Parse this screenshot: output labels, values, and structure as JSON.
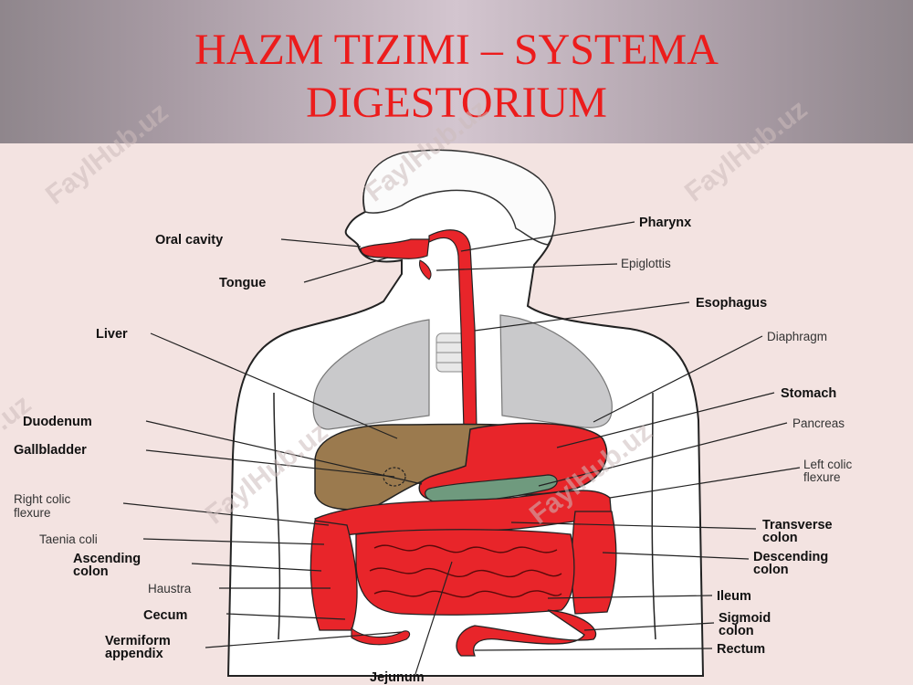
{
  "slide": {
    "title_line1": "HAZM TIZIMI – SYSTEMA",
    "title_line2": "DIGESTORIUM"
  },
  "watermark": "FaylHub.uz",
  "labels": {
    "oral_cavity": "Oral cavity",
    "tongue": "Tongue",
    "liver": "Liver",
    "duodenum": "Duodenum",
    "gallbladder": "Gallbladder",
    "right_colic_1": "Right colic",
    "right_colic_2": "flexure",
    "taenia_coli": "Taenia coli",
    "ascending_1": "Ascending",
    "ascending_2": "colon",
    "haustra": "Haustra",
    "cecum": "Cecum",
    "vermiform_1": "Vermiform",
    "vermiform_2": "appendix",
    "jejunum": "Jejunum",
    "pharynx": "Pharynx",
    "epiglottis": "Epiglottis",
    "esophagus": "Esophagus",
    "diaphragm": "Diaphragm",
    "stomach": "Stomach",
    "pancreas": "Pancreas",
    "left_colic_1": "Left colic",
    "left_colic_2": "flexure",
    "transverse_1": "Transverse",
    "transverse_2": "colon",
    "descending_1": "Descending",
    "descending_2": "colon",
    "ileum": "Ileum",
    "sigmoid_1": "Sigmoid",
    "sigmoid_2": "colon",
    "rectum": "Rectum"
  },
  "colors": {
    "title": "#ec1c1c",
    "organ_red": "#e8252a",
    "liver": "#9b7a4e",
    "lung": "#c9c9cb",
    "pancreas": "#6f9a7e"
  }
}
